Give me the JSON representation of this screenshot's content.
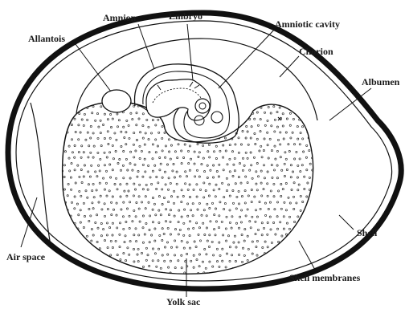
{
  "diagram": {
    "labels": {
      "amnion": "Amnion",
      "embryo": "Embryo",
      "amniotic_cavity": "Amniotic cavity",
      "allantois": "Allantois",
      "chorion": "Chorion",
      "albumen": "Albumen",
      "shell": "Shell",
      "air_space": "Air space",
      "shell_membranes": "Shell membranes",
      "yolk_sac": "Yolk sac"
    },
    "colors": {
      "ink": "#111111",
      "paper": "#ffffff",
      "dot": "#333333"
    }
  }
}
